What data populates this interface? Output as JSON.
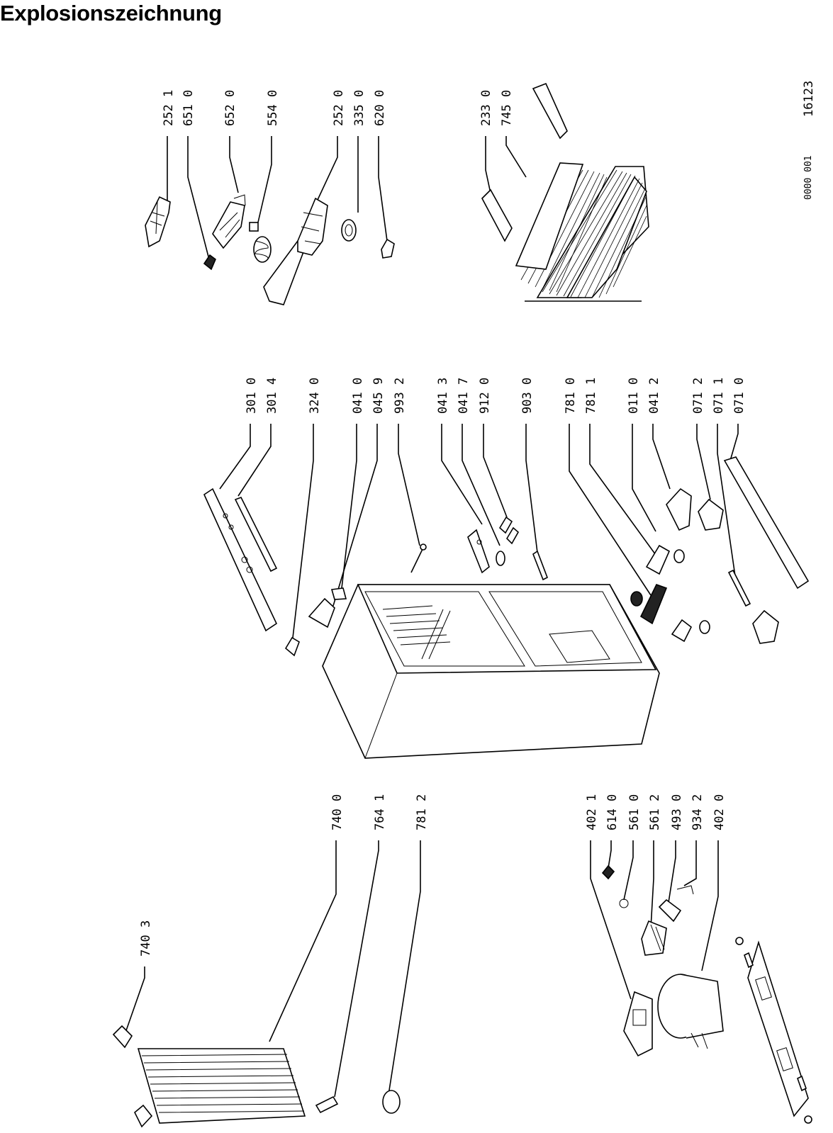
{
  "title": "Explosionszeichnung",
  "document_number": "0000 001",
  "drawing_number": "16123",
  "part_labels": {
    "p2521": "252 1",
    "p6510": "651 0",
    "p6520": "652 0",
    "p5540": "554 0",
    "p2520": "252 0",
    "p3350": "335 0",
    "p6200": "620 0",
    "p2330": "233 0",
    "p7450": "745 0",
    "p3010": "301 0",
    "p3014": "301 4",
    "p3240": "324 0",
    "p0410": "041 0",
    "p0459": "045 9",
    "p9932": "993 2",
    "p0413": "041 3",
    "p0417": "041 7",
    "p9120": "912 0",
    "p9030": "903 0",
    "p7810": "781 0",
    "p7811": "781 1",
    "p0110": "011 0",
    "p0412": "041 2",
    "p0712": "071 2",
    "p0711": "071 1",
    "p0710": "071 0",
    "p7400": "740 0",
    "p7641": "764 1",
    "p7812": "781 2",
    "p7403": "740 3",
    "p4021": "402 1",
    "p6140": "614 0",
    "p5610": "561 0",
    "p5612": "561 2",
    "p4930": "493 0",
    "p9342": "934 2",
    "p4020": "402 0"
  }
}
